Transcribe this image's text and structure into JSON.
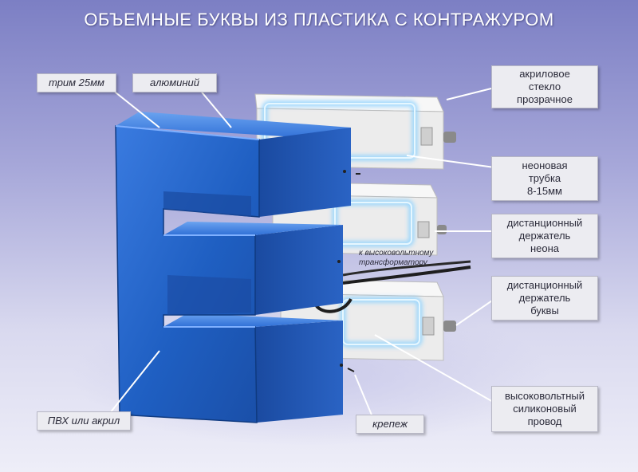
{
  "title": "ОБЪЕМНЫЕ БУКВЫ ИЗ ПЛАСТИКА С КОНТРАЖУРОМ",
  "labels": {
    "trim": "трим 25мм",
    "aluminium": "алюминий",
    "acrylic_glass": [
      "акриловое",
      "стекло",
      "прозрачное"
    ],
    "neon_tube": [
      "неоновая",
      "трубка",
      "8-15мм"
    ],
    "neon_holder": [
      "дистанционный",
      "держатель",
      "неона"
    ],
    "letter_holder": [
      "дистанционный",
      "держатель",
      "буквы"
    ],
    "hv_wire": [
      "высоковольтный",
      "силиконовый",
      "провод"
    ],
    "pvc": "ПВХ или акрил",
    "fastener": "крепеж",
    "transformer": [
      "к высоковольтному",
      "трансформатору"
    ]
  },
  "colors": {
    "letter_blue": "#1f5fc2",
    "letter_dark": "#143f8a",
    "neon": "#8fd3ff",
    "panel": "#f2f2f2",
    "callout_line": "#ffffff"
  }
}
